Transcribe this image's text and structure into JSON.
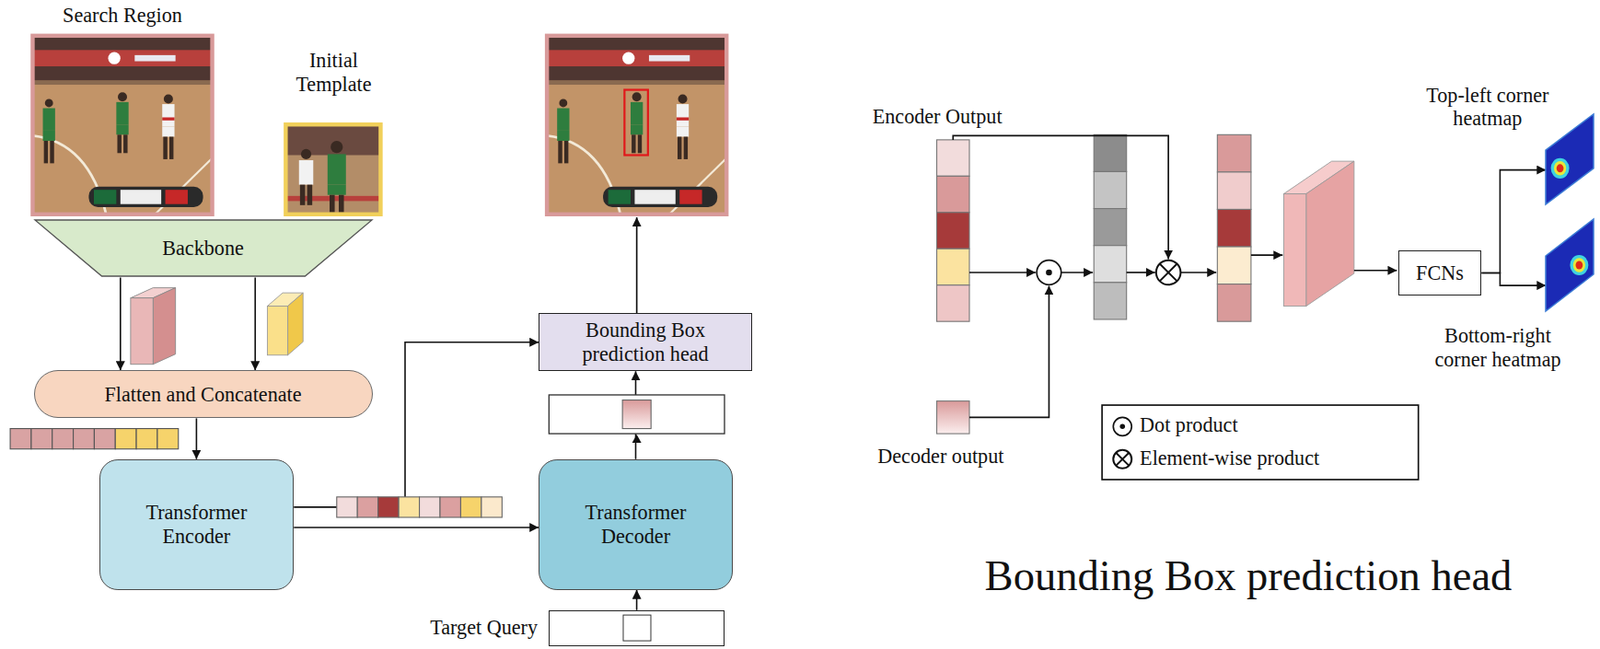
{
  "diagram": {
    "caption": "Bounding Box prediction head",
    "nodes": [
      {
        "text": [
          "Backbone"
        ]
      },
      {
        "text": [
          "Flatten and Concatenate"
        ]
      },
      {
        "text": [
          "Transformer Encoder"
        ]
      },
      {
        "text": [
          "Transformer Decoder"
        ]
      },
      {
        "text": [
          "Bounding Box prediction head"
        ]
      },
      {
        "text": [
          "Target Query"
        ]
      },
      {
        "text": [
          "FCNs"
        ]
      },
      {
        "text": [
          "Top-left corner heatmap"
        ]
      },
      {
        "text": [
          "Bottom-right corner heatmap"
        ]
      }
    ],
    "edges": [
      {
        "from": 0,
        "to": 1,
        "arrow": "to"
      },
      {
        "from": 0,
        "to": 1,
        "arrow": "to"
      },
      {
        "from": 1,
        "to": 2,
        "arrow": "to"
      },
      {
        "from": 2,
        "to": 3,
        "arrow": "to"
      },
      {
        "from": 2,
        "to": 4,
        "arrow": "to"
      },
      {
        "from": 3,
        "to": 4,
        "arrow": "to"
      },
      {
        "from": 5,
        "to": 3,
        "arrow": "to"
      },
      {
        "from": 6,
        "to": 7,
        "arrow": "to"
      },
      {
        "from": 6,
        "to": 8,
        "arrow": "to"
      }
    ],
    "labels": [
      "Search Region",
      "Initial Template",
      "Encoder Output",
      "Decoder output"
    ],
    "legend": [
      {
        "text": "Dot product"
      },
      {
        "text": "Element-wise product"
      }
    ]
  }
}
